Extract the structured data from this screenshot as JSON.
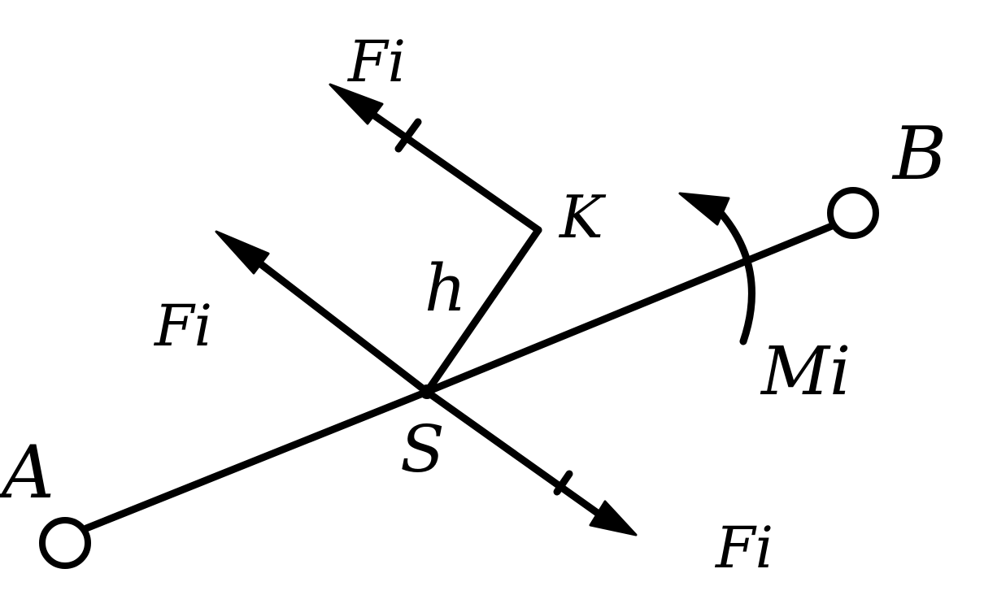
{
  "labels": {
    "point_a": "A",
    "point_b": "B",
    "point_s": "S",
    "point_k": "K",
    "lever_arm": "h",
    "force_top": "Fi",
    "force_left": "Fi",
    "force_bottom": "Fi",
    "moment": "Mi"
  },
  "colors": {
    "ink": "#000000",
    "paper": "#ffffff"
  }
}
